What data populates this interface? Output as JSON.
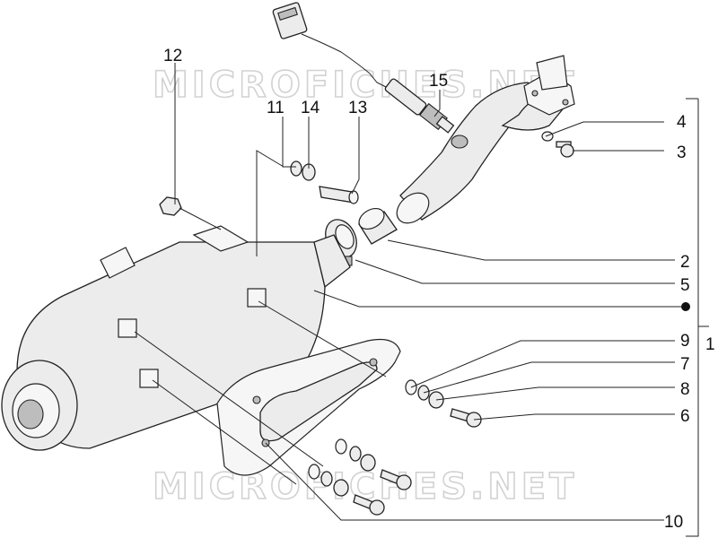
{
  "watermark": {
    "text": "MICROFICHES.NET"
  },
  "callouts": {
    "p1": "1",
    "p2": "2",
    "p3": "3",
    "p4": "4",
    "p5": "5",
    "p6": "6",
    "p7": "7",
    "p8": "8",
    "p9": "9",
    "p10": "10",
    "p11": "11",
    "p12": "12",
    "p13": "13",
    "p14": "14",
    "p15": "15"
  }
}
